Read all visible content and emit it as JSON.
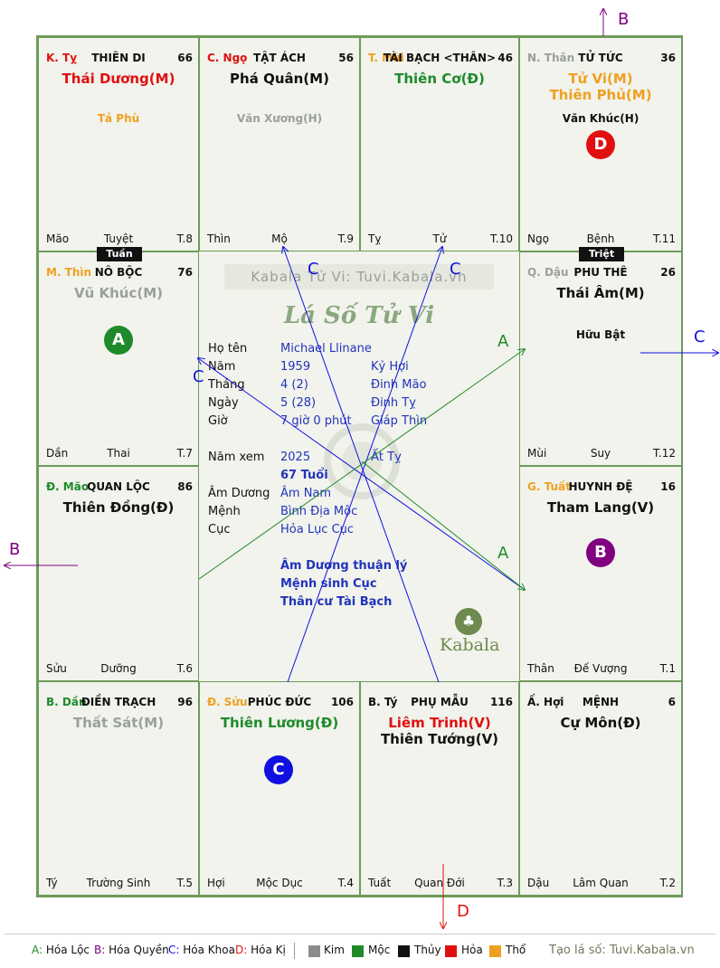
{
  "watermark_site": "Kabala Tử Vi: Tuvi.Kabala.vn",
  "chart_title": "Lá Số Tử Vi",
  "logo_text": "Kabala",
  "footer_site": "Tạo lá số: Tuvi.Kabala.vn",
  "cells": [
    {
      "id": "thien-di",
      "can": "K. Tỵ",
      "can_color": "#e01010",
      "name": "THIÊN DI",
      "num": "66",
      "stars": [
        {
          "t": "Thái Dương(M)",
          "c": "#e01010"
        }
      ],
      "minors": [
        {
          "t": "Tả Phù",
          "c": "#f0a020"
        }
      ],
      "bl": "Mão",
      "bc": "Tuyệt",
      "br": "T.8"
    },
    {
      "id": "tat-ach",
      "can": "C. Ngọ",
      "can_color": "#e01010",
      "name": "TẬT ÁCH",
      "num": "56",
      "stars": [
        {
          "t": "Phá Quân(M)",
          "c": "#111111"
        }
      ],
      "minors": [
        {
          "t": "Văn Xương(H)",
          "c": "#9aa09a"
        }
      ],
      "bl": "Thìn",
      "bc": "Mộ",
      "br": "T.9"
    },
    {
      "id": "tai-bach",
      "can": "T. Mùi",
      "can_color": "#f0a020",
      "name": "TÀI BẠCH <THÂN>",
      "num": "46",
      "stars": [
        {
          "t": "Thiên Cơ(Đ)",
          "c": "#1e8a2a"
        }
      ],
      "minors": [],
      "bl": "Tỵ",
      "bc": "Tử",
      "br": "T.10"
    },
    {
      "id": "tu-tuc",
      "can": "N. Thân",
      "can_color": "#9aa09a",
      "name": "TỬ TỨC",
      "num": "36",
      "stars": [
        {
          "t": "Tử Vi(M)",
          "c": "#f0a020"
        },
        {
          "t": "Thiên Phủ(M)",
          "c": "#f0a020"
        }
      ],
      "minors": [
        {
          "t": "Văn Khúc(H)",
          "c": "#111111"
        }
      ],
      "bl": "Ngọ",
      "bc": "Bệnh",
      "br": "T.11"
    },
    {
      "id": "no-boc",
      "can": "M. Thìn",
      "can_color": "#f0a020",
      "name": "NÔ BỘC",
      "num": "76",
      "stars": [
        {
          "t": "Vũ Khúc(M)",
          "c": "#9aa09a"
        }
      ],
      "minors": [],
      "bl": "Dần",
      "bc": "Thai",
      "br": "T.7"
    },
    {
      "id": "phu-the",
      "can": "Q. Dậu",
      "can_color": "#9aa09a",
      "name": "PHU THÊ",
      "num": "26",
      "stars": [
        {
          "t": "Thái Âm(M)",
          "c": "#111111"
        }
      ],
      "minors": [
        {
          "t": "Hữu Bật",
          "c": "#111111"
        }
      ],
      "bl": "Mùi",
      "bc": "Suy",
      "br": "T.12"
    },
    {
      "id": "quan-loc",
      "can": "Đ. Mão",
      "can_color": "#1e8a2a",
      "name": "QUAN LỘC",
      "num": "86",
      "stars": [
        {
          "t": "Thiên Đồng(Đ)",
          "c": "#111111"
        }
      ],
      "minors": [],
      "bl": "Sửu",
      "bc": "Dưỡng",
      "br": "T.6"
    },
    {
      "id": "huynh-de",
      "can": "G. Tuất",
      "can_color": "#f0a020",
      "name": "HUYNH ĐỆ",
      "num": "16",
      "stars": [
        {
          "t": "Tham Lang(V)",
          "c": "#111111"
        }
      ],
      "minors": [],
      "bl": "Thân",
      "bc": "Đế Vượng",
      "br": "T.1"
    },
    {
      "id": "dien-trach",
      "can": "B. Dần",
      "can_color": "#1e8a2a",
      "name": "ĐIỀN TRẠCH",
      "num": "96",
      "stars": [
        {
          "t": "Thất Sát(M)",
          "c": "#9aa09a"
        }
      ],
      "minors": [],
      "bl": "Tý",
      "bc": "Trường Sinh",
      "br": "T.5"
    },
    {
      "id": "phuc-duc",
      "can": "Đ. Sửu",
      "can_color": "#f0a020",
      "name": "PHÚC ĐỨC",
      "num": "106",
      "stars": [
        {
          "t": "Thiên Lương(Đ)",
          "c": "#1e8a2a"
        }
      ],
      "minors": [],
      "bl": "Hợi",
      "bc": "Mộc Dục",
      "br": "T.4"
    },
    {
      "id": "phu-mau",
      "can": "B. Tý",
      "can_color": "#111111",
      "name": "PHỤ MẪU",
      "num": "116",
      "stars": [
        {
          "t": "Liêm Trinh(V)",
          "c": "#e01010"
        },
        {
          "t": "Thiên Tướng(V)",
          "c": "#111111"
        }
      ],
      "minors": [],
      "bl": "Tuất",
      "bc": "Quan Đới",
      "br": "T.3"
    },
    {
      "id": "menh",
      "can": "Ấ. Hợi",
      "can_color": "#111111",
      "name": "MỆNH",
      "num": "6",
      "stars": [
        {
          "t": "Cự Môn(Đ)",
          "c": "#111111"
        }
      ],
      "minors": [],
      "bl": "Dậu",
      "bc": "Lâm Quan",
      "br": "T.2"
    }
  ],
  "tags": {
    "tuan": "Tuần",
    "triet": "Triệt"
  },
  "circles": {
    "a": "A",
    "b": "B",
    "c": "C",
    "d": "D"
  },
  "colors": {
    "hoa_loc": "#1e8a2a",
    "hoa_quyen": "#800080",
    "hoa_khoa": "#1010e0",
    "hoa_ki": "#e01010"
  },
  "info": {
    "ho_ten_label": "Họ tên",
    "ho_ten": "Michael Llinane",
    "nam_label": "Năm",
    "nam": "1959",
    "nam_can": "Kỷ Hợi",
    "thang_label": "Tháng",
    "thang": "4  (2)",
    "thang_can": "Đinh Mão",
    "ngay_label": "Ngày",
    "ngay": "5  (28)",
    "ngay_can": "Đinh Tỵ",
    "gio_label": "Giờ",
    "gio": "7 giờ 0 phút",
    "gio_can": "Giáp Thìn",
    "namxem_label": "Năm xem",
    "namxem": "2025",
    "namxem_can": "Ất Tỵ",
    "tuoi": "67 Tuổi",
    "amduong_label": "Âm Dương",
    "amduong": "Âm Nam",
    "menh_label": "Mệnh",
    "menh": "Bình Địa Mộc",
    "cuc_label": "Cục",
    "cuc": "Hỏa Lục Cục",
    "note1": "Âm Dương thuận lý",
    "note2": "Mệnh sinh Cục",
    "note3": "Thân cư Tài Bạch"
  },
  "arrow_labels": {
    "b_top": "B",
    "b_left": "B",
    "c_right": "C",
    "d_bottom": "D",
    "c1": "C",
    "c2": "C",
    "c3": "C",
    "a1": "A",
    "a2": "A"
  },
  "legend": {
    "hoa_loc_key": "A:",
    "hoa_loc": "Hóa Lộc",
    "hoa_quyen_key": "B:",
    "hoa_quyen": "Hóa Quyền",
    "hoa_khoa_key": "C:",
    "hoa_khoa": "Hóa Khoa",
    "hoa_ki_key": "D:",
    "hoa_ki": "Hóa Kị",
    "kim": "Kim",
    "moc": "Mộc",
    "thuy": "Thủy",
    "hoa": "Hỏa",
    "tho": "Thổ"
  },
  "element_colors": {
    "kim": "#8c8c8c",
    "moc": "#1e8a2a",
    "thuy": "#111111",
    "hoa": "#e01010",
    "tho": "#f0a020"
  }
}
